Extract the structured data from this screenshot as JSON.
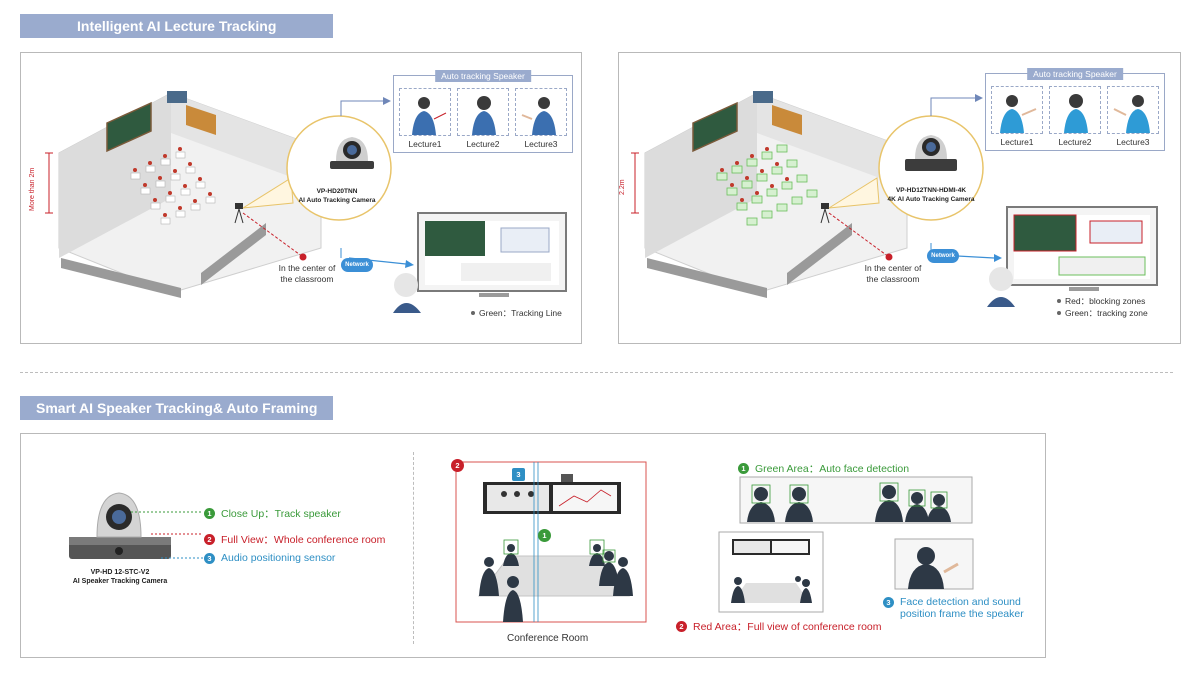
{
  "section1": {
    "title": "Intelligent AI Lecture Tracking",
    "left": {
      "height_label": "More than 2m",
      "camera": {
        "model": "VP-HD20TNN",
        "desc": "AI Auto Tracking Camera"
      },
      "center_label": [
        "In the center of",
        "the classroom"
      ],
      "network_label": "Network",
      "speaker_box_title": "Auto tracking Speaker",
      "lectures": [
        "Lecture1",
        "Lecture2",
        "Lecture3"
      ],
      "legend": [
        {
          "text": "Green：Tracking Line"
        }
      ]
    },
    "right": {
      "height_label": "2.2m",
      "camera": {
        "model": "VP-HD12TNN-HDMI-4K",
        "desc": "4K AI Auto Tracking Camera"
      },
      "center_label": [
        "In the center of",
        "the classroom"
      ],
      "network_label": "Network",
      "speaker_box_title": "Auto tracking Speaker",
      "lectures": [
        "Lecture1",
        "Lecture2",
        "Lecture3"
      ],
      "legend": [
        {
          "text": "Red：blocking zones"
        },
        {
          "text": "Green：tracking zone"
        }
      ]
    }
  },
  "section2": {
    "title": "Smart AI Speaker Tracking& Auto Framing",
    "camera": {
      "model": "VP-HD 12-STC-V2",
      "desc": "AI Speaker Tracking Camera"
    },
    "features": [
      {
        "num": "1",
        "text": "Close Up：Track speaker",
        "color": "#3a9a3a"
      },
      {
        "num": "2",
        "text": "Full View：Whole conference room",
        "color": "#c8202a"
      },
      {
        "num": "3",
        "text": "Audio positioning sensor",
        "color": "#2e8fc4"
      }
    ],
    "conference_label": "Conference Room",
    "areas": {
      "green": {
        "num": "1",
        "text": "Green Area：Auto face detection"
      },
      "red": {
        "num": "2",
        "text": "Red Area：Full view of conference room"
      },
      "blue": {
        "num": "3",
        "lines": [
          "Face detection and sound",
          "position frame the speaker"
        ]
      }
    }
  },
  "colors": {
    "accent": "#9aabce",
    "green": "#3a9a3a",
    "red": "#c8202a",
    "blue": "#2e8fc4"
  }
}
